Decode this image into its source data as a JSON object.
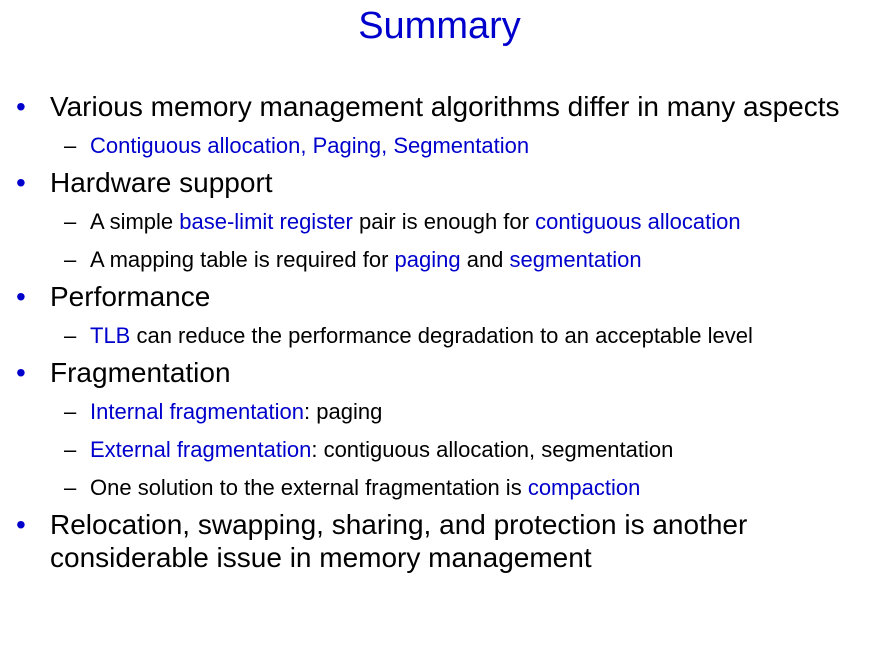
{
  "slide": {
    "title": "Summary",
    "bullet_symbol": "•",
    "dash_symbol": "–",
    "accent_color": "#0000cc"
  },
  "b1": {
    "text": "Various memory management algorithms differ in many aspects",
    "s1": "Contiguous allocation, Paging, Segmentation"
  },
  "b2": {
    "text": "Hardware support",
    "s1": {
      "t1": "A simple ",
      "t2": "base-limit register",
      "t3": " pair is enough for ",
      "t4": "contiguous allocation"
    },
    "s2": {
      "t1": "A mapping table is required for ",
      "t2": "paging",
      "t3": " and ",
      "t4": "segmentation"
    }
  },
  "b3": {
    "text": "Performance",
    "s1": {
      "t1": "TLB",
      "t2": " can reduce the performance degradation to an acceptable level"
    }
  },
  "b4": {
    "text": "Fragmentation",
    "s1": {
      "t1": "Internal fragmentation",
      "t2": ": paging"
    },
    "s2": {
      "t1": "External fragmentation",
      "t2": ": contiguous allocation, segmentation"
    },
    "s3": {
      "t1": "One solution to the external fragmentation is ",
      "t2": "compaction"
    }
  },
  "b5": {
    "text": "Relocation, swapping, sharing, and protection is another considerable issue in memory management"
  }
}
